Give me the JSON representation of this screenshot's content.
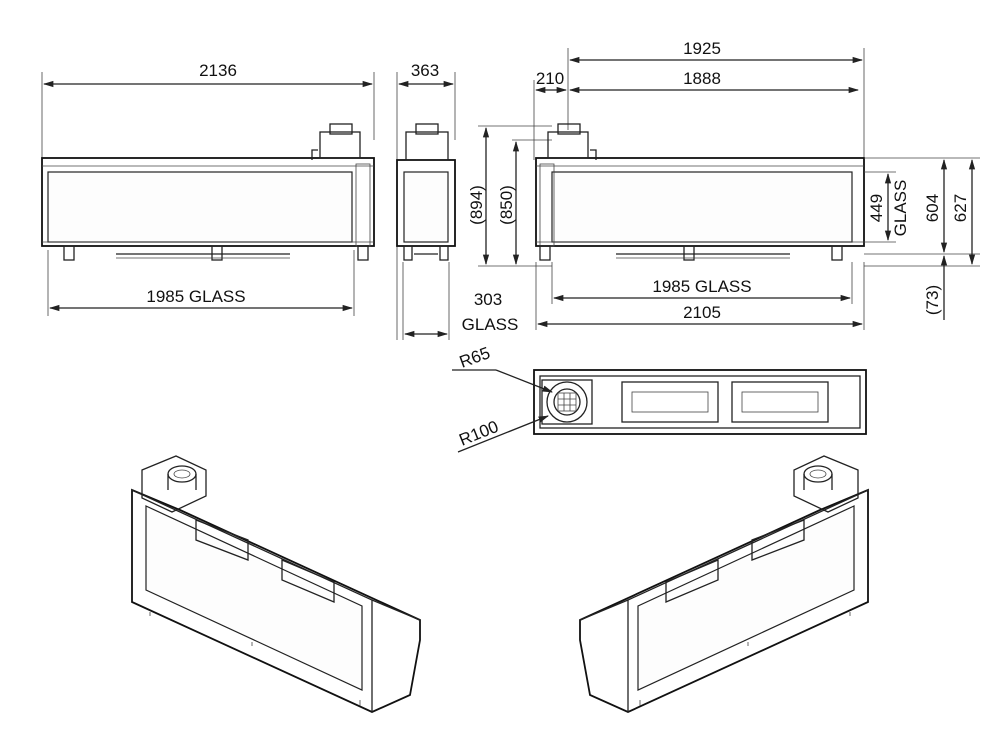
{
  "front_view": {
    "overall_width": "2136",
    "glass_width": "1985 GLASS"
  },
  "side_view": {
    "depth": "363",
    "glass_depth": "303",
    "glass_depth_unit": "GLASS",
    "height_overall": "(894)",
    "height_body": "(850)"
  },
  "right_view": {
    "width_top": "1925",
    "flue_offset": "210",
    "width_inner": "1888",
    "glass_height": "449",
    "glass_height_unit": "GLASS",
    "height_604": "604",
    "height_627": "627",
    "bottom_offset": "(73)",
    "glass_width": "1985 GLASS",
    "overall_width": "2105"
  },
  "plan_view": {
    "radius_small": "R65",
    "radius_large": "R100"
  }
}
